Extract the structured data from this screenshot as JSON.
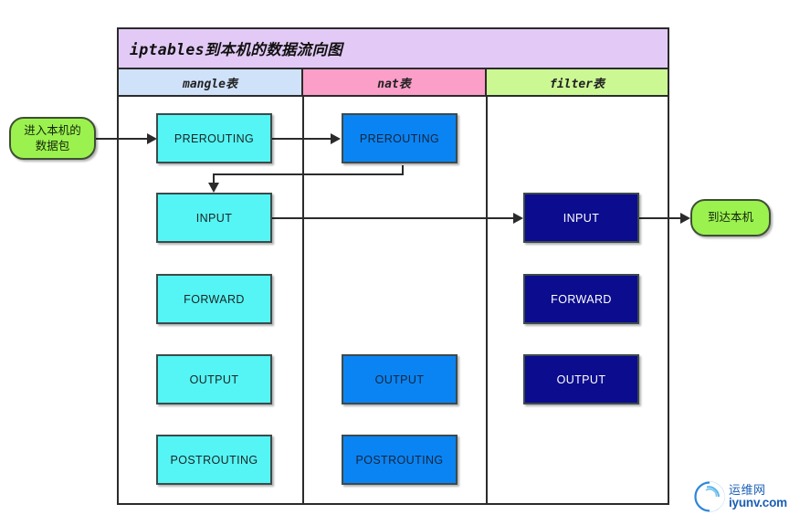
{
  "diagram": {
    "title": "iptables到本机的数据流向图",
    "columns": [
      {
        "key": "mangle",
        "label": "mangle表",
        "header_color": "#cfe2fa",
        "box_color": "#55f5f5"
      },
      {
        "key": "nat",
        "label": "nat表",
        "header_color": "#fb9ec8",
        "box_color": "#0b84f3"
      },
      {
        "key": "filter",
        "label": "filter表",
        "header_color": "#ccf894",
        "box_color": "#0c0c8e"
      }
    ],
    "nodes": {
      "entry": "进入本机的\n数据包",
      "entry_line1": "进入本机的",
      "entry_line2": "数据包",
      "exit": "到达本机"
    },
    "chains": {
      "mangle_prerouting": "PREROUTING",
      "mangle_input": "INPUT",
      "mangle_forward": "FORWARD",
      "mangle_output": "OUTPUT",
      "mangle_postrouting": "POSTROUTING",
      "nat_prerouting": "PREROUTING",
      "nat_output": "OUTPUT",
      "nat_postrouting": "POSTROUTING",
      "filter_input": "INPUT",
      "filter_forward": "FORWARD",
      "filter_output": "OUTPUT"
    },
    "colors": {
      "title_bg": "#e3caf6",
      "terminal": "#9bf24f",
      "line": "#2b2b2b"
    }
  },
  "watermark": {
    "cn": "运维网",
    "en": "iyunv.com",
    "color": "#1a5fb4"
  }
}
